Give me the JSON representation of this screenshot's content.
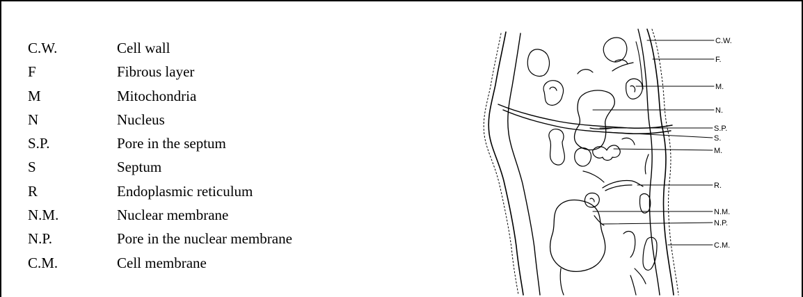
{
  "legend": [
    {
      "abbr": "C.W.",
      "meaning": "Cell wall"
    },
    {
      "abbr": "F",
      "meaning": "Fibrous layer"
    },
    {
      "abbr": "M",
      "meaning": "Mitochondria"
    },
    {
      "abbr": "N",
      "meaning": "Nucleus"
    },
    {
      "abbr": "S.P.",
      "meaning": "Pore in the septum"
    },
    {
      "abbr": "S",
      "meaning": "Septum"
    },
    {
      "abbr": "R",
      "meaning": "Endoplasmic reticulum"
    },
    {
      "abbr": "N.M.",
      "meaning": "Nuclear membrane"
    },
    {
      "abbr": "N.P.",
      "meaning": "Pore in the nuclear membrane"
    },
    {
      "abbr": "C.M.",
      "meaning": "Cell membrane"
    }
  ],
  "diagram_labels": {
    "cw": "C.W.",
    "f": "F.",
    "m1": "M.",
    "n": "N.",
    "sp": "S.P.",
    "s": "S.",
    "m2": "M.",
    "r": "R.",
    "nm": "N.M.",
    "np": "N.P.",
    "cm": "C.M."
  }
}
